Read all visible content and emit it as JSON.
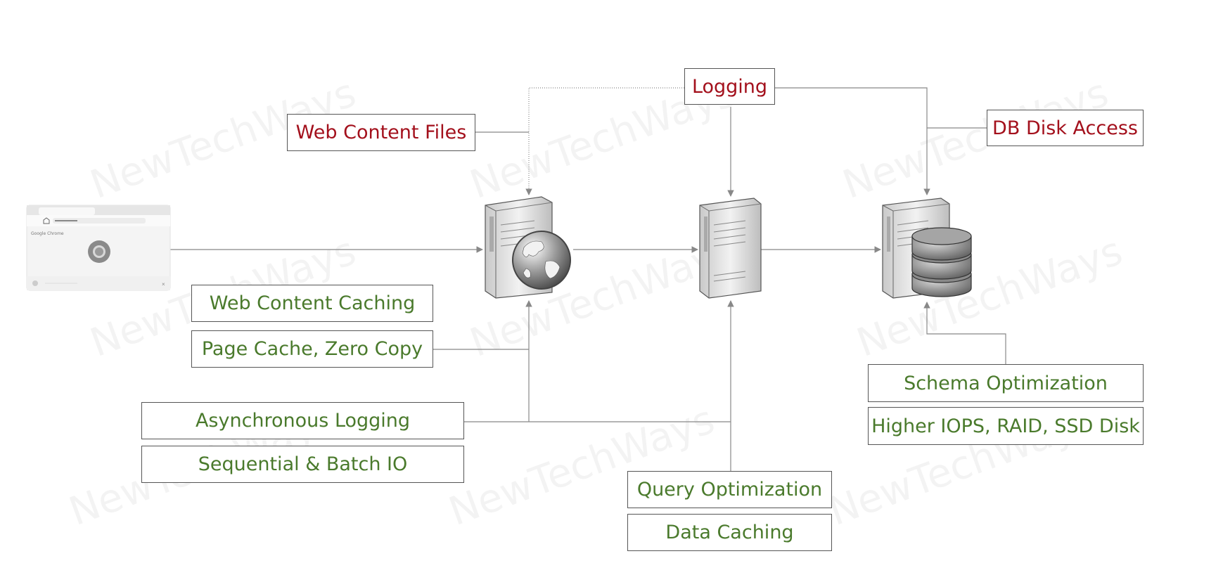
{
  "watermark": "NewTechWays",
  "browser": {
    "brand": "Google Chrome"
  },
  "boxes": {
    "logging": "Logging",
    "web_content_files": "Web Content Files",
    "db_disk_access": "DB Disk Access",
    "web_content_caching": "Web Content Caching",
    "page_cache": "Page Cache, Zero Copy",
    "async_logging": "Asynchronous Logging",
    "sequential_io": "Sequential & Batch IO",
    "query_optimization": "Query Optimization",
    "data_caching": "Data Caching",
    "schema_optimization": "Schema Optimization",
    "higher_iops": "Higher IOPS, RAID, SSD Disk"
  },
  "colors": {
    "problem": "#a3101c",
    "solution": "#4a7a2c",
    "connector": "#888888"
  },
  "icons": [
    "browser-window-icon",
    "web-server-globe-icon",
    "app-server-icon",
    "db-server-icon"
  ]
}
